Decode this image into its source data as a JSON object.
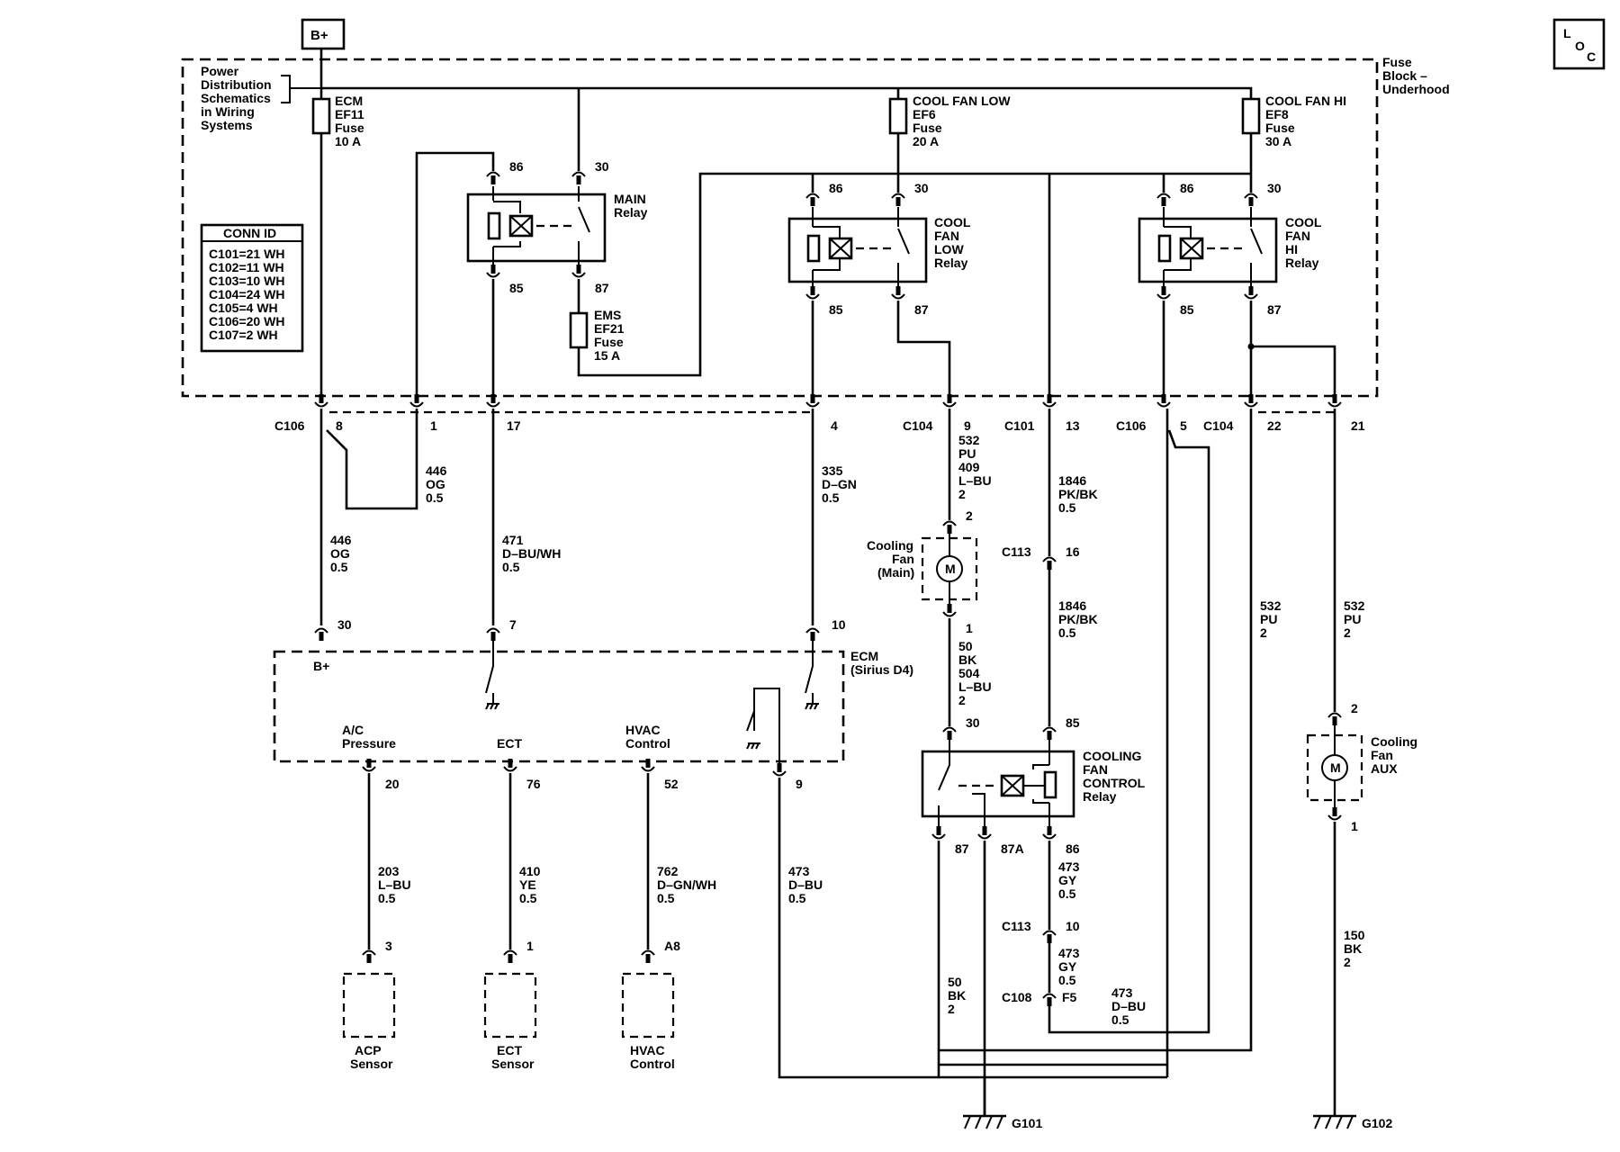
{
  "page": {
    "bplus": "B+",
    "loc_l": "L",
    "loc_o": "O",
    "loc_c": "C",
    "fuse_block": [
      "Fuse",
      "Block –",
      "Underhood"
    ],
    "power_dist": [
      "Power",
      "Distribution",
      "Schematics",
      "in Wiring",
      "Systems"
    ]
  },
  "conn_id": {
    "title": "CONN ID",
    "rows": [
      "C101=21 WH",
      "C102=11 WH",
      "C103=10 WH",
      "C104=24 WH",
      "C105=4 WH",
      "C106=20 WH",
      "C107=2 WH"
    ]
  },
  "fuses": {
    "ecm": [
      "ECM",
      "EF11",
      "Fuse",
      "10 A"
    ],
    "cool_low": [
      "COOL FAN LOW",
      "EF6",
      "Fuse",
      "20 A"
    ],
    "cool_hi": [
      "COOL FAN HI",
      "EF8",
      "Fuse",
      "30 A"
    ],
    "ems": [
      "EMS",
      "EF21",
      "Fuse",
      "15 A"
    ]
  },
  "relays": {
    "main": {
      "name": [
        "MAIN",
        "Relay"
      ],
      "p86": "86",
      "p30": "30",
      "p85": "85",
      "p87": "87"
    },
    "low": {
      "name": [
        "COOL",
        "FAN",
        "LOW",
        "Relay"
      ],
      "p86": "86",
      "p30": "30",
      "p85": "85",
      "p87": "87"
    },
    "hi": {
      "name": [
        "COOL",
        "FAN",
        "HI",
        "Relay"
      ],
      "p86": "86",
      "p30": "30",
      "p85": "85",
      "p87": "87"
    },
    "control": {
      "name": [
        "COOLING",
        "FAN",
        "CONTROL",
        "Relay"
      ],
      "p30": "30",
      "p85": "85",
      "p87": "87",
      "p87a": "87A",
      "p86": "86"
    }
  },
  "connectors": {
    "c106": "C106",
    "c104": "C104",
    "c101": "C101",
    "c106b": "C106",
    "c104b": "C104",
    "c113a": "C113",
    "c113b": "C113",
    "c108": "C108",
    "pins": {
      "p8": "8",
      "p1": "1",
      "p17": "17",
      "p4": "4",
      "p9": "9",
      "p13": "13",
      "p5": "5",
      "p22": "22",
      "p21": "21",
      "p16": "16",
      "p10": "10",
      "pf5": "F5"
    }
  },
  "wires": {
    "w446a": [
      "446",
      "OG",
      "0.5"
    ],
    "w446b": [
      "446",
      "OG",
      "0.5"
    ],
    "w471": [
      "471",
      "D–BU/WH",
      "0.5"
    ],
    "w335": [
      "335",
      "D–GN",
      "0.5"
    ],
    "w532top": [
      "532",
      "PU",
      "409",
      "L–BU",
      "2"
    ],
    "w1846a": [
      "1846",
      "PK/BK",
      "0.5"
    ],
    "w1846b": [
      "1846",
      "PK/BK",
      "0.5"
    ],
    "w50top": [
      "50",
      "BK",
      "504",
      "L–BU",
      "2"
    ],
    "w532a": [
      "532",
      "PU",
      "2"
    ],
    "w532b": [
      "532",
      "PU",
      "2"
    ],
    "w203": [
      "203",
      "L–BU",
      "0.5"
    ],
    "w410": [
      "410",
      "YE",
      "0.5"
    ],
    "w762": [
      "762",
      "D–GN/WH",
      "0.5"
    ],
    "w473a": [
      "473",
      "D–BU",
      "0.5"
    ],
    "w473b": [
      "473",
      "GY",
      "0.5"
    ],
    "w473c": [
      "473",
      "GY",
      "0.5"
    ],
    "w473d": [
      "473",
      "D–BU",
      "0.5"
    ],
    "w50b": [
      "50",
      "BK",
      "2"
    ],
    "w150": [
      "150",
      "BK",
      "2"
    ]
  },
  "ecm": {
    "name": [
      "ECM",
      "(Sirius D4)"
    ],
    "bplus": "B+",
    "p30": "30",
    "p7": "7",
    "p10": "10",
    "acp": [
      "A/C",
      "Pressure"
    ],
    "ect": [
      "ECT"
    ],
    "hvac": [
      "HVAC",
      "Control"
    ],
    "p20": "20",
    "p76": "76",
    "p52": "52",
    "p9": "9"
  },
  "motors": {
    "main": {
      "name": [
        "Cooling",
        "Fan",
        "(Main)"
      ],
      "m": "M",
      "pin_top": "2",
      "pin_bot": "1"
    },
    "aux": {
      "name": [
        "Cooling",
        "Fan",
        "AUX"
      ],
      "m": "M",
      "pin_top": "2",
      "pin_bot": "1"
    }
  },
  "sensors": {
    "acp": {
      "name": [
        "ACP",
        "Sensor"
      ],
      "pin": "3"
    },
    "ect": {
      "name": [
        "ECT",
        "Sensor"
      ],
      "pin": "1"
    },
    "hvac": {
      "name": [
        "HVAC",
        "Control"
      ],
      "pin": "A8"
    }
  },
  "grounds": {
    "g101": "G101",
    "g102": "G102"
  }
}
